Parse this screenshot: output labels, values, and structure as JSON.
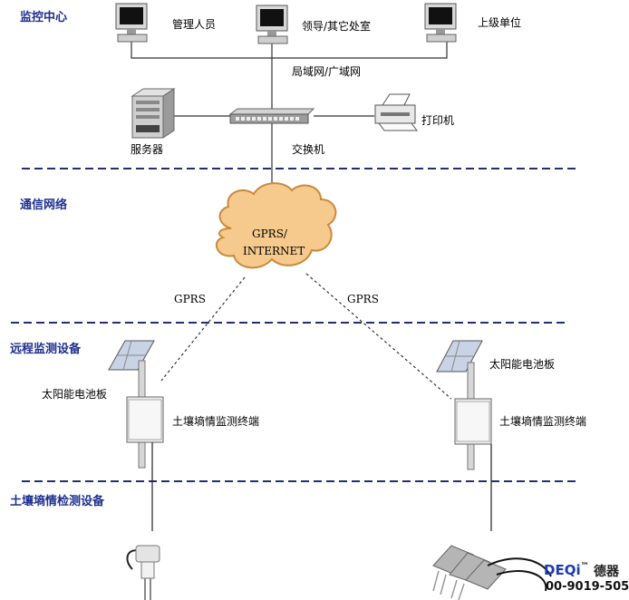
{
  "sections": {
    "monitor_center": "监控中心",
    "comm_network": "通信网络",
    "remote_devices": "远程监测设备",
    "soil_devices": "土壤墒情检测设备"
  },
  "monitor": {
    "pc_managers": "管理人员",
    "pc_leaders": "领导/其它处室",
    "pc_superior": "上级单位",
    "lan_wan": "局域网/广域网",
    "server": "服务器",
    "switch": "交换机",
    "printer": "打印机"
  },
  "network": {
    "cloud_line1": "GPRS/",
    "cloud_line2": "INTERNET",
    "link_left": "GPRS",
    "link_right": "GPRS"
  },
  "remote": {
    "left_solar": "太阳能电池板",
    "left_terminal": "土壤墒情监测终端",
    "right_solar": "太阳能电池板",
    "right_terminal": "土壤墒情监测终端"
  },
  "brand": {
    "logo": "DEQi",
    "tm": "™",
    "cn": "德器",
    "phone": "00-9019-505"
  },
  "colors": {
    "section_title": "#1f2f8f",
    "divider": "#1f2f6f",
    "cloud_fill": "#f6c98c",
    "cloud_stroke": "#c98a3e",
    "brand_blue": "#1a3cb0",
    "brand_green": "#2aa84a"
  }
}
